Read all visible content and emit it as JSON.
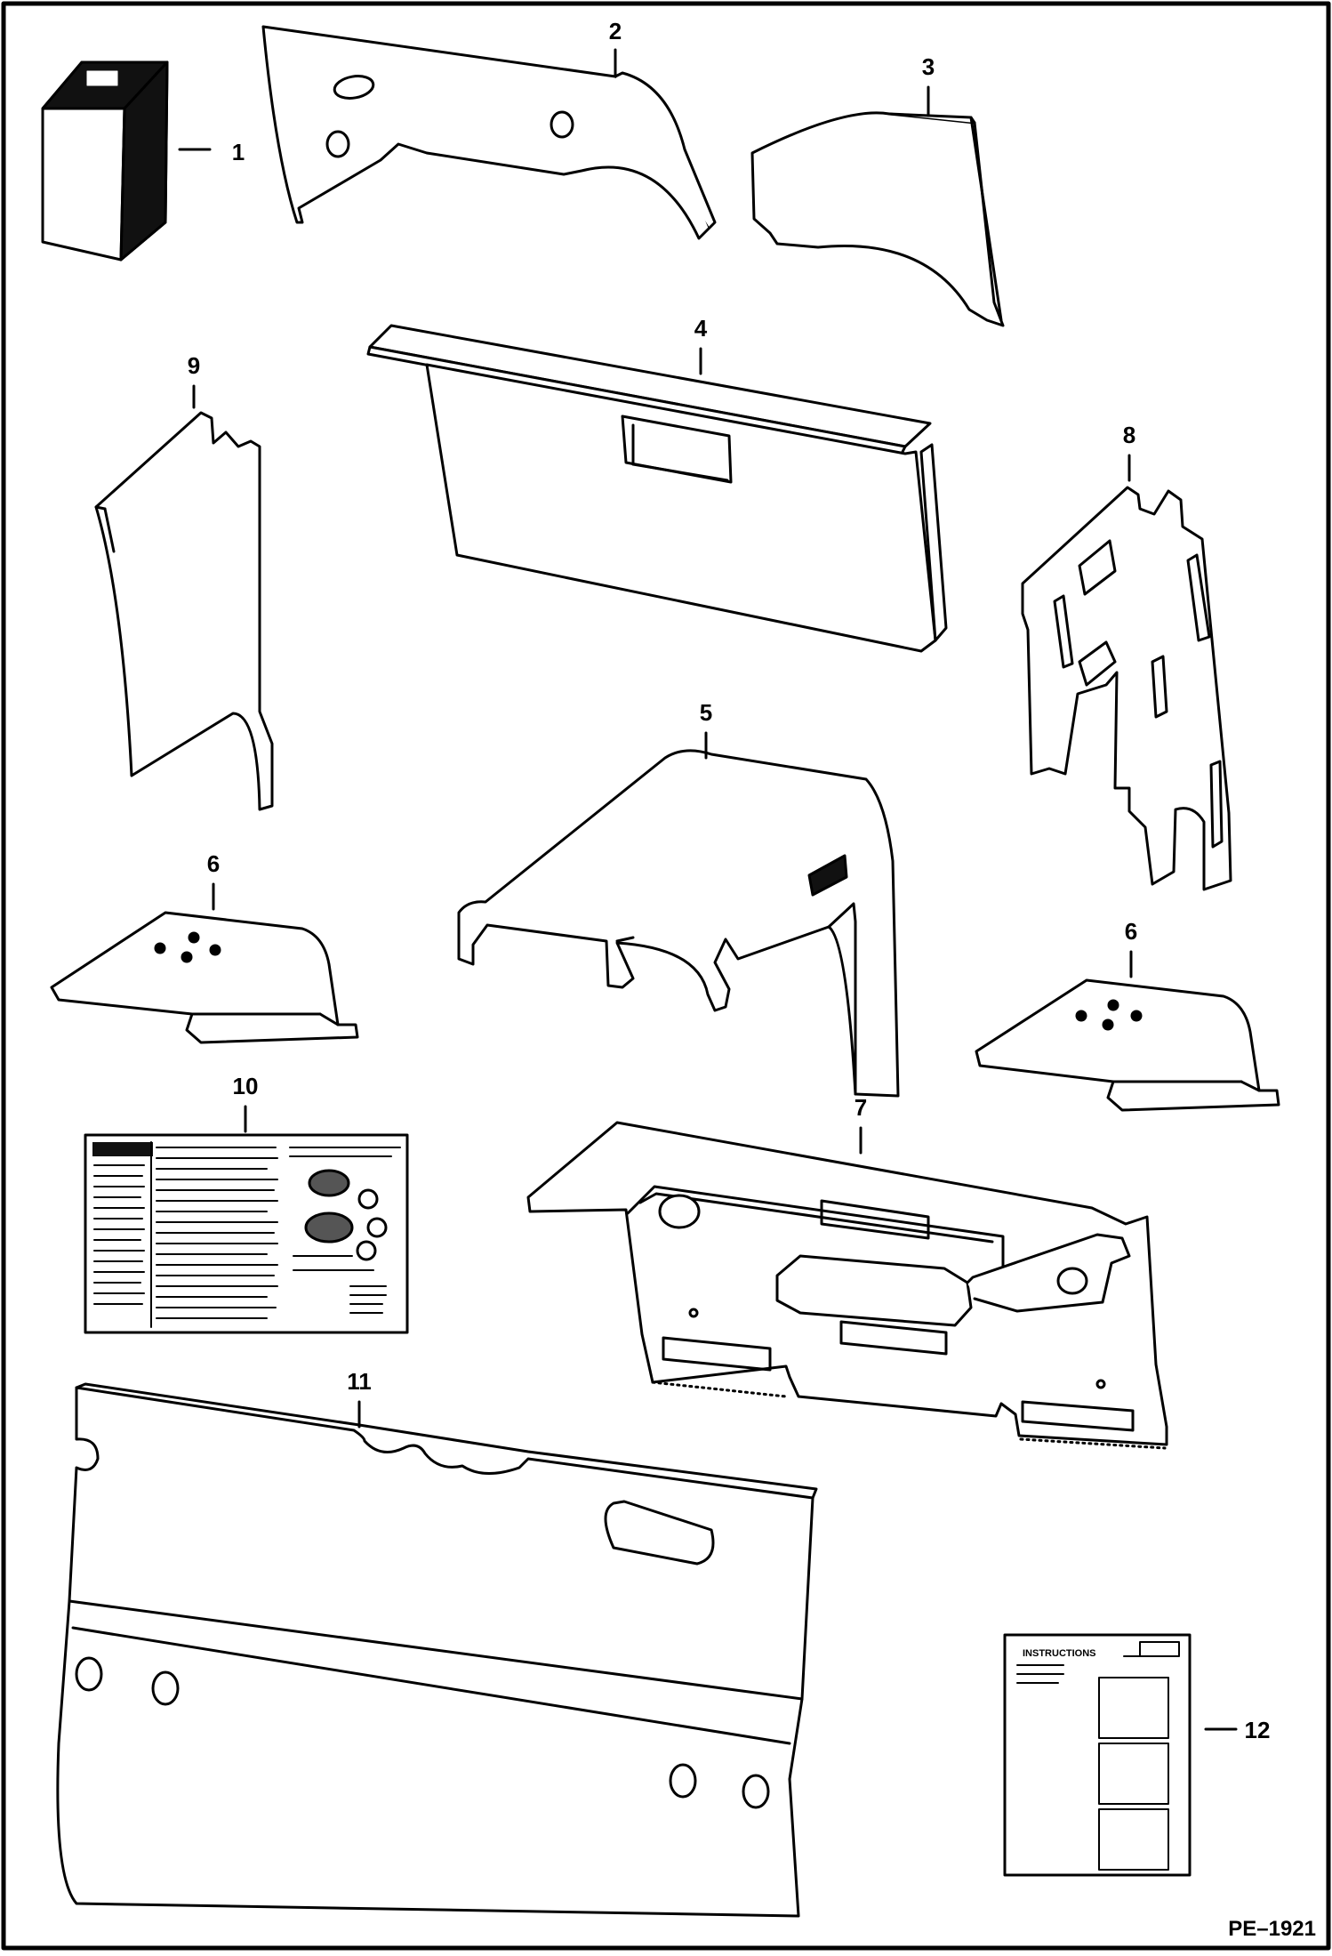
{
  "diagram": {
    "callouts": [
      "1",
      "2",
      "3",
      "4",
      "5",
      "6",
      "6",
      "7",
      "8",
      "9",
      "10",
      "11",
      "12"
    ],
    "figure_id": "PE–1921"
  },
  "decal_12": {
    "heading": "INSTRUCTIONS"
  },
  "colors": {
    "line": "#000000",
    "fill": "#ffffff"
  }
}
